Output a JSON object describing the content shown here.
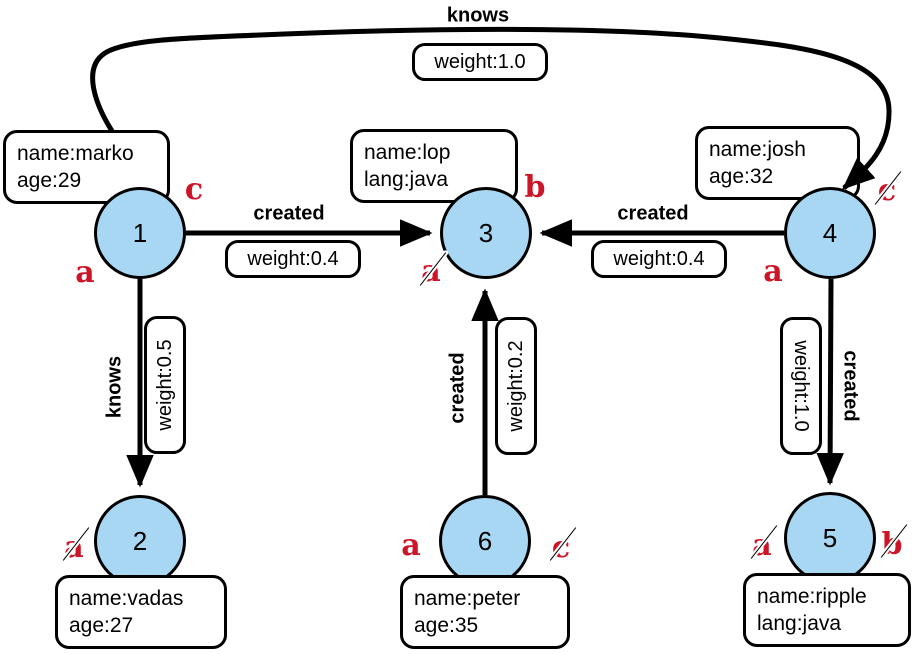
{
  "diagram": {
    "type": "property-graph",
    "colors": {
      "node_fill": "#a8d7f3",
      "node_border": "#000000",
      "marker_red": "#cc1527",
      "edge_color": "#000000",
      "box_background": "#ffffff"
    }
  },
  "nodes": [
    {
      "id": "1",
      "props": [
        "name:marko",
        "age:29"
      ],
      "markers": [
        {
          "letter": "c",
          "struck": false,
          "position": "top-right"
        },
        {
          "letter": "a",
          "struck": false,
          "position": "bottom-left"
        }
      ]
    },
    {
      "id": "2",
      "props": [
        "name:vadas",
        "age:27"
      ],
      "markers": [
        {
          "letter": "a",
          "struck": true,
          "position": "left"
        }
      ]
    },
    {
      "id": "3",
      "props": [
        "name:lop",
        "lang:java"
      ],
      "markers": [
        {
          "letter": "b",
          "struck": false,
          "position": "top-right"
        },
        {
          "letter": "a",
          "struck": true,
          "position": "bottom-left"
        }
      ]
    },
    {
      "id": "4",
      "props": [
        "name:josh",
        "age:32"
      ],
      "markers": [
        {
          "letter": "c",
          "struck": true,
          "position": "top-right"
        },
        {
          "letter": "a",
          "struck": false,
          "position": "bottom-left"
        }
      ]
    },
    {
      "id": "5",
      "props": [
        "name:ripple",
        "lang:java"
      ],
      "markers": [
        {
          "letter": "a",
          "struck": true,
          "position": "left"
        },
        {
          "letter": "b",
          "struck": true,
          "position": "right"
        }
      ]
    },
    {
      "id": "6",
      "props": [
        "name:peter",
        "age:35"
      ],
      "markers": [
        {
          "letter": "a",
          "struck": false,
          "position": "left"
        },
        {
          "letter": "c",
          "struck": true,
          "position": "right"
        }
      ]
    }
  ],
  "edges": [
    {
      "from": "1",
      "to": "4",
      "label": "knows",
      "weight_label": "weight:1.0"
    },
    {
      "from": "1",
      "to": "3",
      "label": "created",
      "weight_label": "weight:0.4"
    },
    {
      "from": "4",
      "to": "3",
      "label": "created",
      "weight_label": "weight:0.4"
    },
    {
      "from": "1",
      "to": "2",
      "label": "knows",
      "weight_label": "weight:0.5"
    },
    {
      "from": "6",
      "to": "3",
      "label": "created",
      "weight_label": "weight:0.2"
    },
    {
      "from": "4",
      "to": "5",
      "label": "created",
      "weight_label": "weight:1.0"
    }
  ]
}
